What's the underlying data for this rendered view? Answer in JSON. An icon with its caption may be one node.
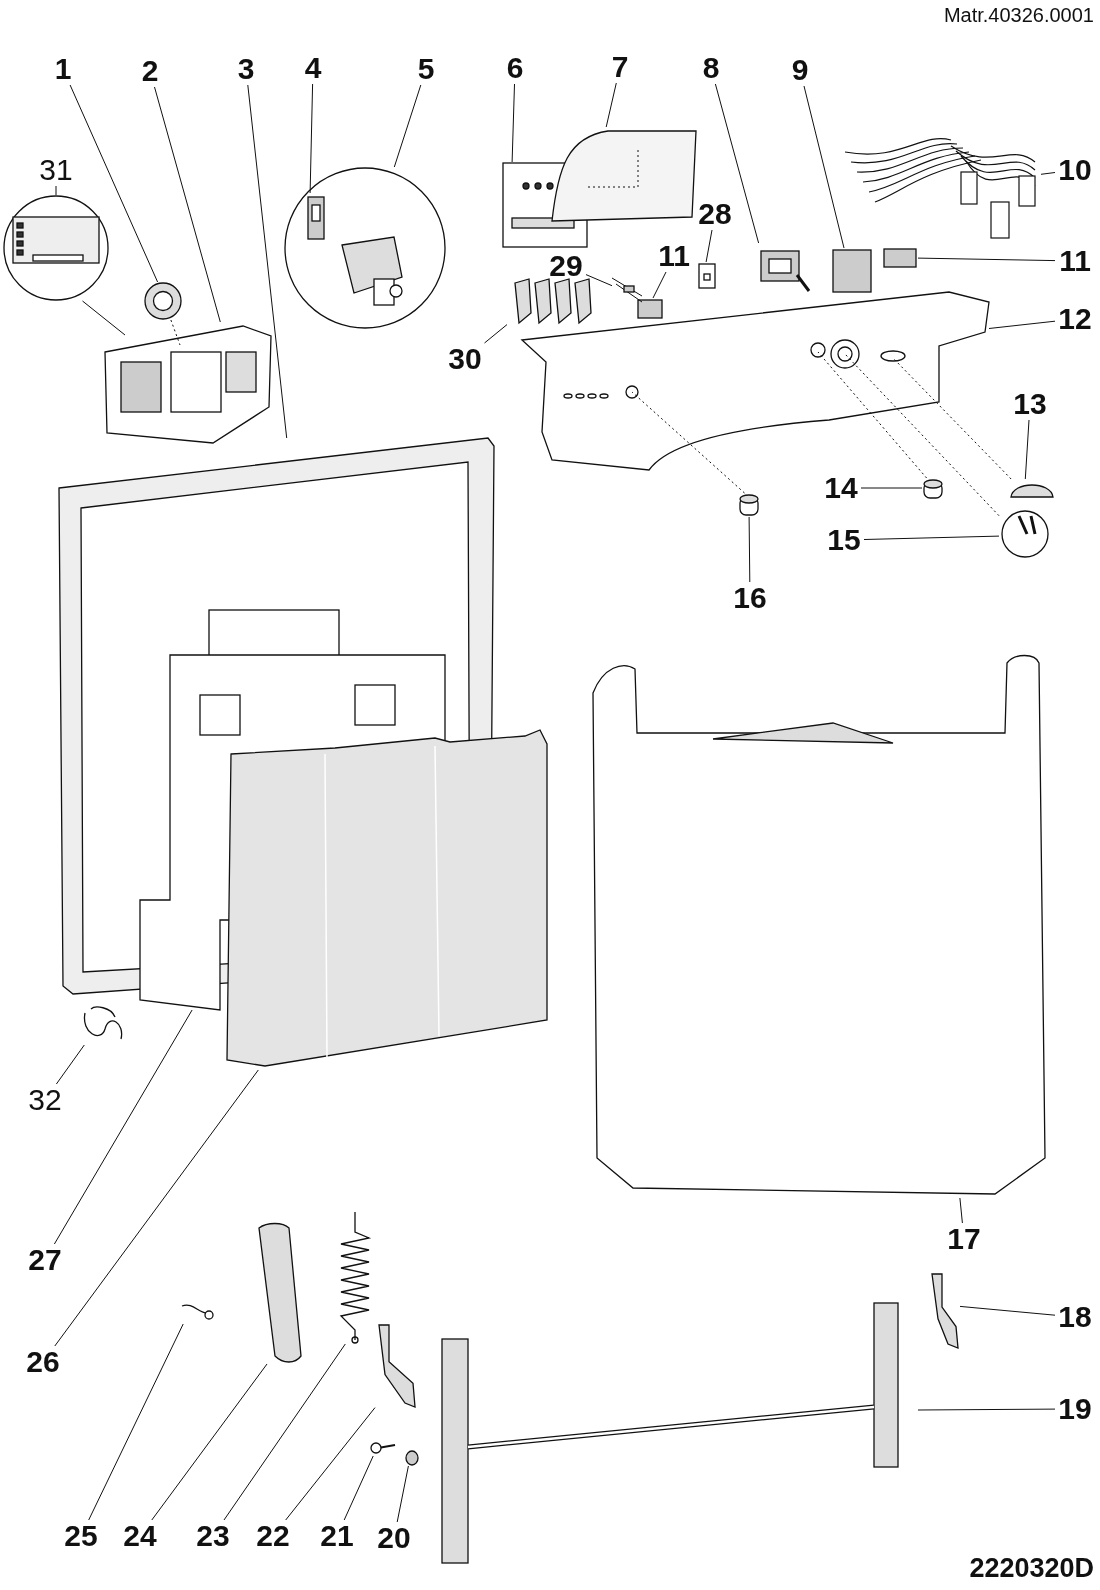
{
  "diagram": {
    "nodes": [
      {
        "text": [
          "1"
        ]
      },
      {
        "text": [
          "2"
        ]
      },
      {
        "text": [
          "3"
        ]
      },
      {
        "text": [
          "4"
        ]
      },
      {
        "text": [
          "5"
        ]
      },
      {
        "text": [
          "6"
        ]
      },
      {
        "text": [
          "7"
        ]
      },
      {
        "text": [
          "8"
        ]
      },
      {
        "text": [
          "9"
        ]
      },
      {
        "text": [
          "10"
        ]
      },
      {
        "text": [
          "11"
        ]
      },
      {
        "text": [
          "11"
        ]
      },
      {
        "text": [
          "12"
        ]
      },
      {
        "text": [
          "13"
        ]
      },
      {
        "text": [
          "14"
        ]
      },
      {
        "text": [
          "15"
        ]
      },
      {
        "text": [
          "16"
        ]
      },
      {
        "text": [
          "17"
        ]
      },
      {
        "text": [
          "18"
        ]
      },
      {
        "text": [
          "19"
        ]
      },
      {
        "text": [
          "20"
        ]
      },
      {
        "text": [
          "21"
        ]
      },
      {
        "text": [
          "22"
        ]
      },
      {
        "text": [
          "23"
        ]
      },
      {
        "text": [
          "24"
        ]
      },
      {
        "text": [
          "25"
        ]
      },
      {
        "text": [
          "26"
        ]
      },
      {
        "text": [
          "27"
        ]
      },
      {
        "text": [
          "28"
        ]
      },
      {
        "text": [
          "29"
        ]
      },
      {
        "text": [
          "30"
        ]
      },
      {
        "text": [
          "31"
        ]
      },
      {
        "text": [
          "32"
        ]
      },
      {
        "text": [],
        "shape": "picture"
      },
      {
        "text": [],
        "shape": "picture"
      },
      {
        "text": [],
        "shape": "picture"
      },
      {
        "text": [],
        "shape": "picture"
      },
      {
        "text": [],
        "shape": "picture",
        "in": 36
      },
      {
        "text": [],
        "shape": "picture"
      },
      {
        "text": [],
        "shape": "picture"
      },
      {
        "text": [],
        "shape": "picture"
      },
      {
        "text": [],
        "shape": "box"
      },
      {
        "text": [],
        "shape": "picture"
      },
      {
        "text": [],
        "shape": "box"
      },
      {
        "text": [],
        "shape": "box"
      },
      {
        "text": [],
        "shape": "picture"
      },
      {
        "text": [],
        "shape": "semicircle"
      },
      {
        "text": [],
        "shape": "cylinder"
      },
      {
        "text": [],
        "shape": "picture"
      },
      {
        "text": [],
        "shape": "cylinder"
      },
      {
        "text": [],
        "shape": "picture"
      },
      {
        "text": [],
        "shape": "picture"
      },
      {
        "text": [],
        "shape": "picture"
      },
      {
        "text": [],
        "shape": "circle"
      },
      {
        "text": [],
        "shape": "picture"
      },
      {
        "text": [],
        "shape": "picture"
      },
      {
        "text": [],
        "shape": "spring"
      },
      {
        "text": [],
        "shape": "picture"
      },
      {
        "text": [],
        "shape": "picture"
      },
      {
        "text": [],
        "shape": "picture",
        "in": 35
      },
      {
        "text": [],
        "shape": "picture"
      },
      {
        "text": [],
        "shape": "picture"
      },
      {
        "text": [],
        "shape": "picture"
      },
      {
        "text": [],
        "shape": "picture"
      },
      {
        "text": [],
        "shape": "picture"
      },
      {
        "text": [],
        "shape": "picture"
      }
    ],
    "edges": [
      {
        "from": 0,
        "to": 33,
        "arrow": "none"
      },
      {
        "from": 1,
        "to": 34,
        "arrow": "none"
      },
      {
        "from": 2,
        "to": 35,
        "arrow": "none"
      },
      {
        "from": 3,
        "to": 37,
        "arrow": "none"
      },
      {
        "from": 4,
        "to": 36,
        "arrow": "none"
      },
      {
        "from": 5,
        "to": 38,
        "arrow": "none"
      },
      {
        "from": 6,
        "to": 39,
        "arrow": "none"
      },
      {
        "from": 7,
        "to": 40,
        "arrow": "none"
      },
      {
        "from": 8,
        "to": 41,
        "arrow": "none"
      },
      {
        "from": 9,
        "to": 42,
        "arrow": "none"
      },
      {
        "from": 10,
        "to": 43,
        "arrow": "none"
      },
      {
        "from": 11,
        "to": 44,
        "arrow": "none"
      },
      {
        "from": 12,
        "to": 45,
        "arrow": "none"
      },
      {
        "from": 13,
        "to": 46,
        "arrow": "none"
      },
      {
        "from": 14,
        "to": 47,
        "arrow": "none"
      },
      {
        "from": 15,
        "to": 48,
        "arrow": "none"
      },
      {
        "from": 16,
        "to": 49,
        "arrow": "none"
      },
      {
        "from": 17,
        "to": 50,
        "arrow": "none"
      },
      {
        "from": 18,
        "to": 51,
        "arrow": "none"
      },
      {
        "from": 19,
        "to": 52,
        "arrow": "none"
      },
      {
        "from": 20,
        "to": 53,
        "arrow": "none"
      },
      {
        "from": 21,
        "to": 54,
        "arrow": "none"
      },
      {
        "from": 22,
        "to": 55,
        "arrow": "none"
      },
      {
        "from": 23,
        "to": 56,
        "arrow": "none"
      },
      {
        "from": 24,
        "to": 57,
        "arrow": "none"
      },
      {
        "from": 25,
        "to": 58,
        "arrow": "none"
      },
      {
        "from": 26,
        "to": 60,
        "arrow": "none"
      },
      {
        "from": 27,
        "to": 59,
        "arrow": "none"
      },
      {
        "from": 28,
        "to": 61,
        "arrow": "none"
      },
      {
        "from": 29,
        "to": 62,
        "arrow": "none"
      },
      {
        "from": 30,
        "to": 63,
        "arrow": "none"
      },
      {
        "from": 31,
        "to": 64,
        "arrow": "none"
      },
      {
        "from": 32,
        "to": 65,
        "arrow": "none"
      },
      {
        "from": 64,
        "to": 34,
        "arrow": "none"
      },
      {
        "from": 33,
        "to": 34,
        "arrow": "none",
        "style": "dashed"
      },
      {
        "from": 49,
        "to": 45,
        "arrow": "none",
        "style": "dashed"
      },
      {
        "from": 47,
        "to": 45,
        "arrow": "none",
        "style": "dashed"
      },
      {
        "from": 48,
        "to": 45,
        "arrow": "none",
        "style": "dashed"
      },
      {
        "from": 46,
        "to": 45,
        "arrow": "none",
        "style": "dashed"
      }
    ],
    "labels": [
      "Matr.40326.0001",
      "2220320D"
    ]
  }
}
